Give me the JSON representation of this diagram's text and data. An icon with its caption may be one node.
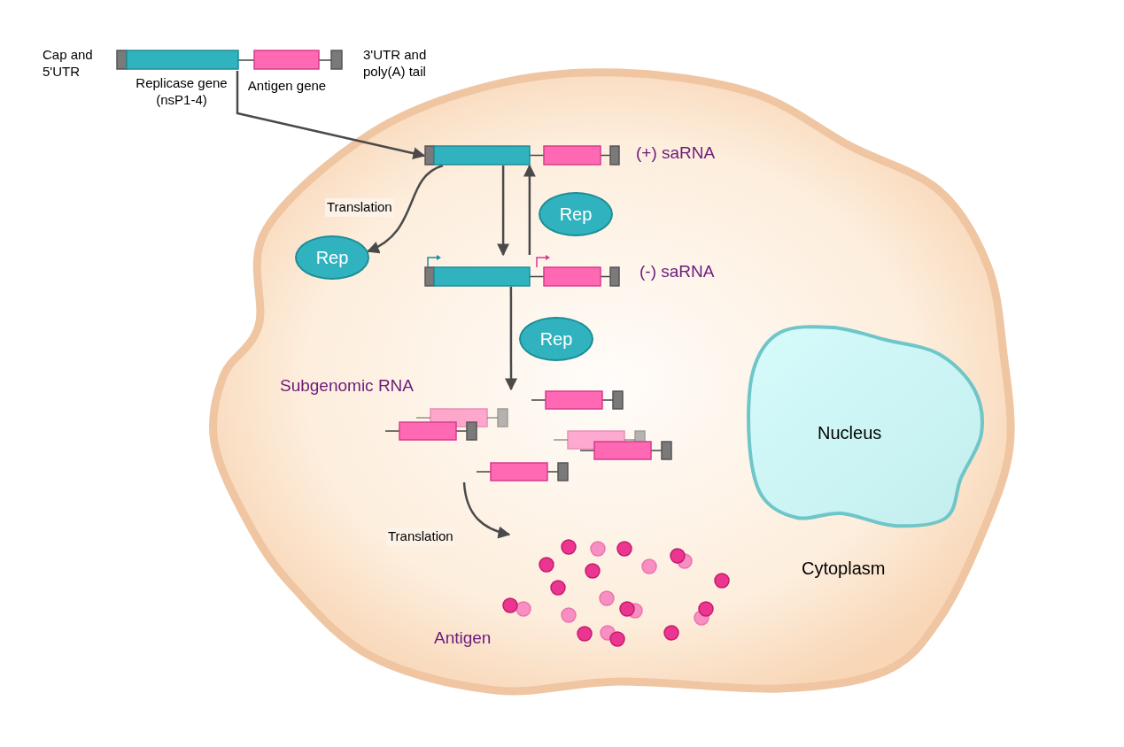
{
  "diagram": {
    "nodes": [
      {
        "text": [],
        "shape": "picture"
      },
      {
        "text": [
          "Cytoplasm"
        ]
      },
      {
        "text": [],
        "shape": "picture",
        "in": 1,
        "beside": [
          "(+) saRNA"
        ]
      },
      {
        "text": [
          "Rep"
        ],
        "in": 1
      },
      {
        "text": [
          "Rep"
        ],
        "in": 1
      },
      {
        "text": [],
        "shape": "picture",
        "in": 1,
        "beside": [
          "(-) saRNA"
        ]
      },
      {
        "text": [
          "Rep"
        ],
        "in": 1
      },
      {
        "text": [],
        "shape": "picture",
        "in": 1,
        "beside": [
          "Subgenomic RNA"
        ]
      },
      {
        "text": [],
        "shape": "picture",
        "in": 1,
        "beside": [
          "Antigen"
        ]
      },
      {
        "text": [
          "Nucleus"
        ],
        "in": 1
      }
    ],
    "edges": [
      {
        "from": 0,
        "to": 2,
        "arrow": "to"
      },
      {
        "from": 2,
        "to": 3,
        "arrow": "to",
        "label": "Translation"
      },
      {
        "from": 2,
        "to": 5,
        "arrow": "to"
      },
      {
        "from": 5,
        "to": 2,
        "arrow": "to"
      },
      {
        "from": 5,
        "to": 7,
        "arrow": "to"
      },
      {
        "from": 7,
        "to": 8,
        "arrow": "to",
        "label": "Translation"
      }
    ],
    "labels": [
      "Cap and 5'UTR",
      "Replicase gene (nsP1-4)",
      "Antigen gene",
      "3'UTR and poly(A) tail"
    ]
  }
}
